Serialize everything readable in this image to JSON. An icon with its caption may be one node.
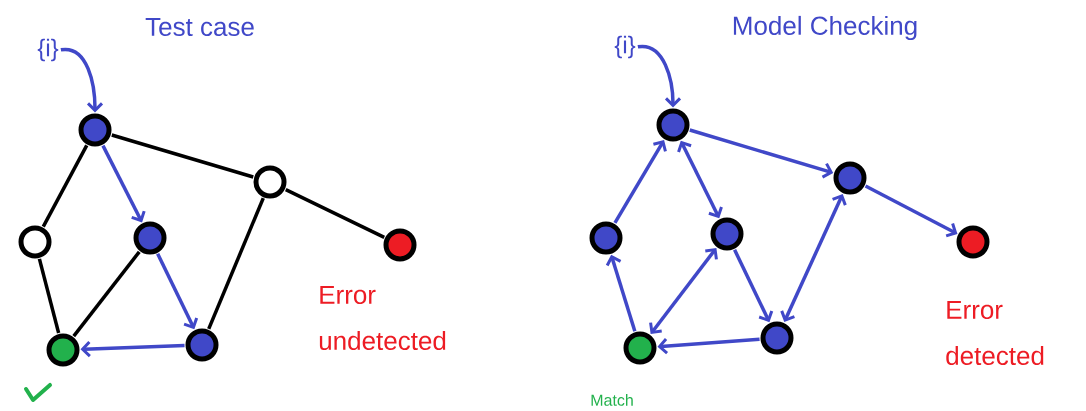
{
  "diagram": {
    "nodes": [
      {
        "text": [
          "{i}"
        ]
      },
      {
        "text": [],
        "shape": "circle"
      },
      {
        "text": [],
        "shape": "circle"
      },
      {
        "text": [],
        "shape": "circle"
      },
      {
        "text": [],
        "shape": "circle"
      },
      {
        "text": [],
        "shape": "circle",
        "beside": [
          "Error undetected"
        ]
      },
      {
        "text": [],
        "shape": "circle"
      },
      {
        "text": [],
        "shape": "circle"
      },
      {
        "text": [
          "{i}"
        ]
      },
      {
        "text": [],
        "shape": "circle"
      },
      {
        "text": [],
        "shape": "circle"
      },
      {
        "text": [],
        "shape": "circle"
      },
      {
        "text": [],
        "shape": "circle"
      },
      {
        "text": [],
        "shape": "circle",
        "beside": [
          "Error detected"
        ]
      },
      {
        "text": [],
        "shape": "circle",
        "beside": [
          "Match"
        ]
      },
      {
        "text": [],
        "shape": "circle"
      }
    ],
    "edges": [
      {
        "from": 0,
        "to": 1,
        "arrow": "to"
      },
      {
        "from": 1,
        "to": 2,
        "arrow": "none",
        "color": "#000000"
      },
      {
        "from": 1,
        "to": 3,
        "arrow": "to"
      },
      {
        "from": 1,
        "to": 4,
        "arrow": "none",
        "color": "#000000"
      },
      {
        "from": 2,
        "to": 6,
        "arrow": "none",
        "color": "#000000"
      },
      {
        "from": 3,
        "to": 6,
        "arrow": "none",
        "color": "#000000"
      },
      {
        "from": 3,
        "to": 7,
        "arrow": "to"
      },
      {
        "from": 4,
        "to": 7,
        "arrow": "none",
        "color": "#000000"
      },
      {
        "from": 4,
        "to": 5,
        "arrow": "none",
        "color": "#000000"
      },
      {
        "from": 7,
        "to": 6,
        "arrow": "to"
      },
      {
        "from": 8,
        "to": 9,
        "arrow": "to"
      },
      {
        "from": 10,
        "to": 9,
        "arrow": "to"
      },
      {
        "from": 9,
        "to": 11,
        "arrow": "both"
      },
      {
        "from": 9,
        "to": 12,
        "arrow": "to"
      },
      {
        "from": 12,
        "to": 13,
        "arrow": "to"
      },
      {
        "from": 14,
        "to": 10,
        "arrow": "to"
      },
      {
        "from": 11,
        "to": 14,
        "arrow": "both"
      },
      {
        "from": 11,
        "to": 15,
        "arrow": "to"
      },
      {
        "from": 12,
        "to": 15,
        "arrow": "both"
      },
      {
        "from": 15,
        "to": 14,
        "arrow": "to"
      }
    ],
    "labels": [
      "Test case",
      "Model Checking"
    ]
  }
}
